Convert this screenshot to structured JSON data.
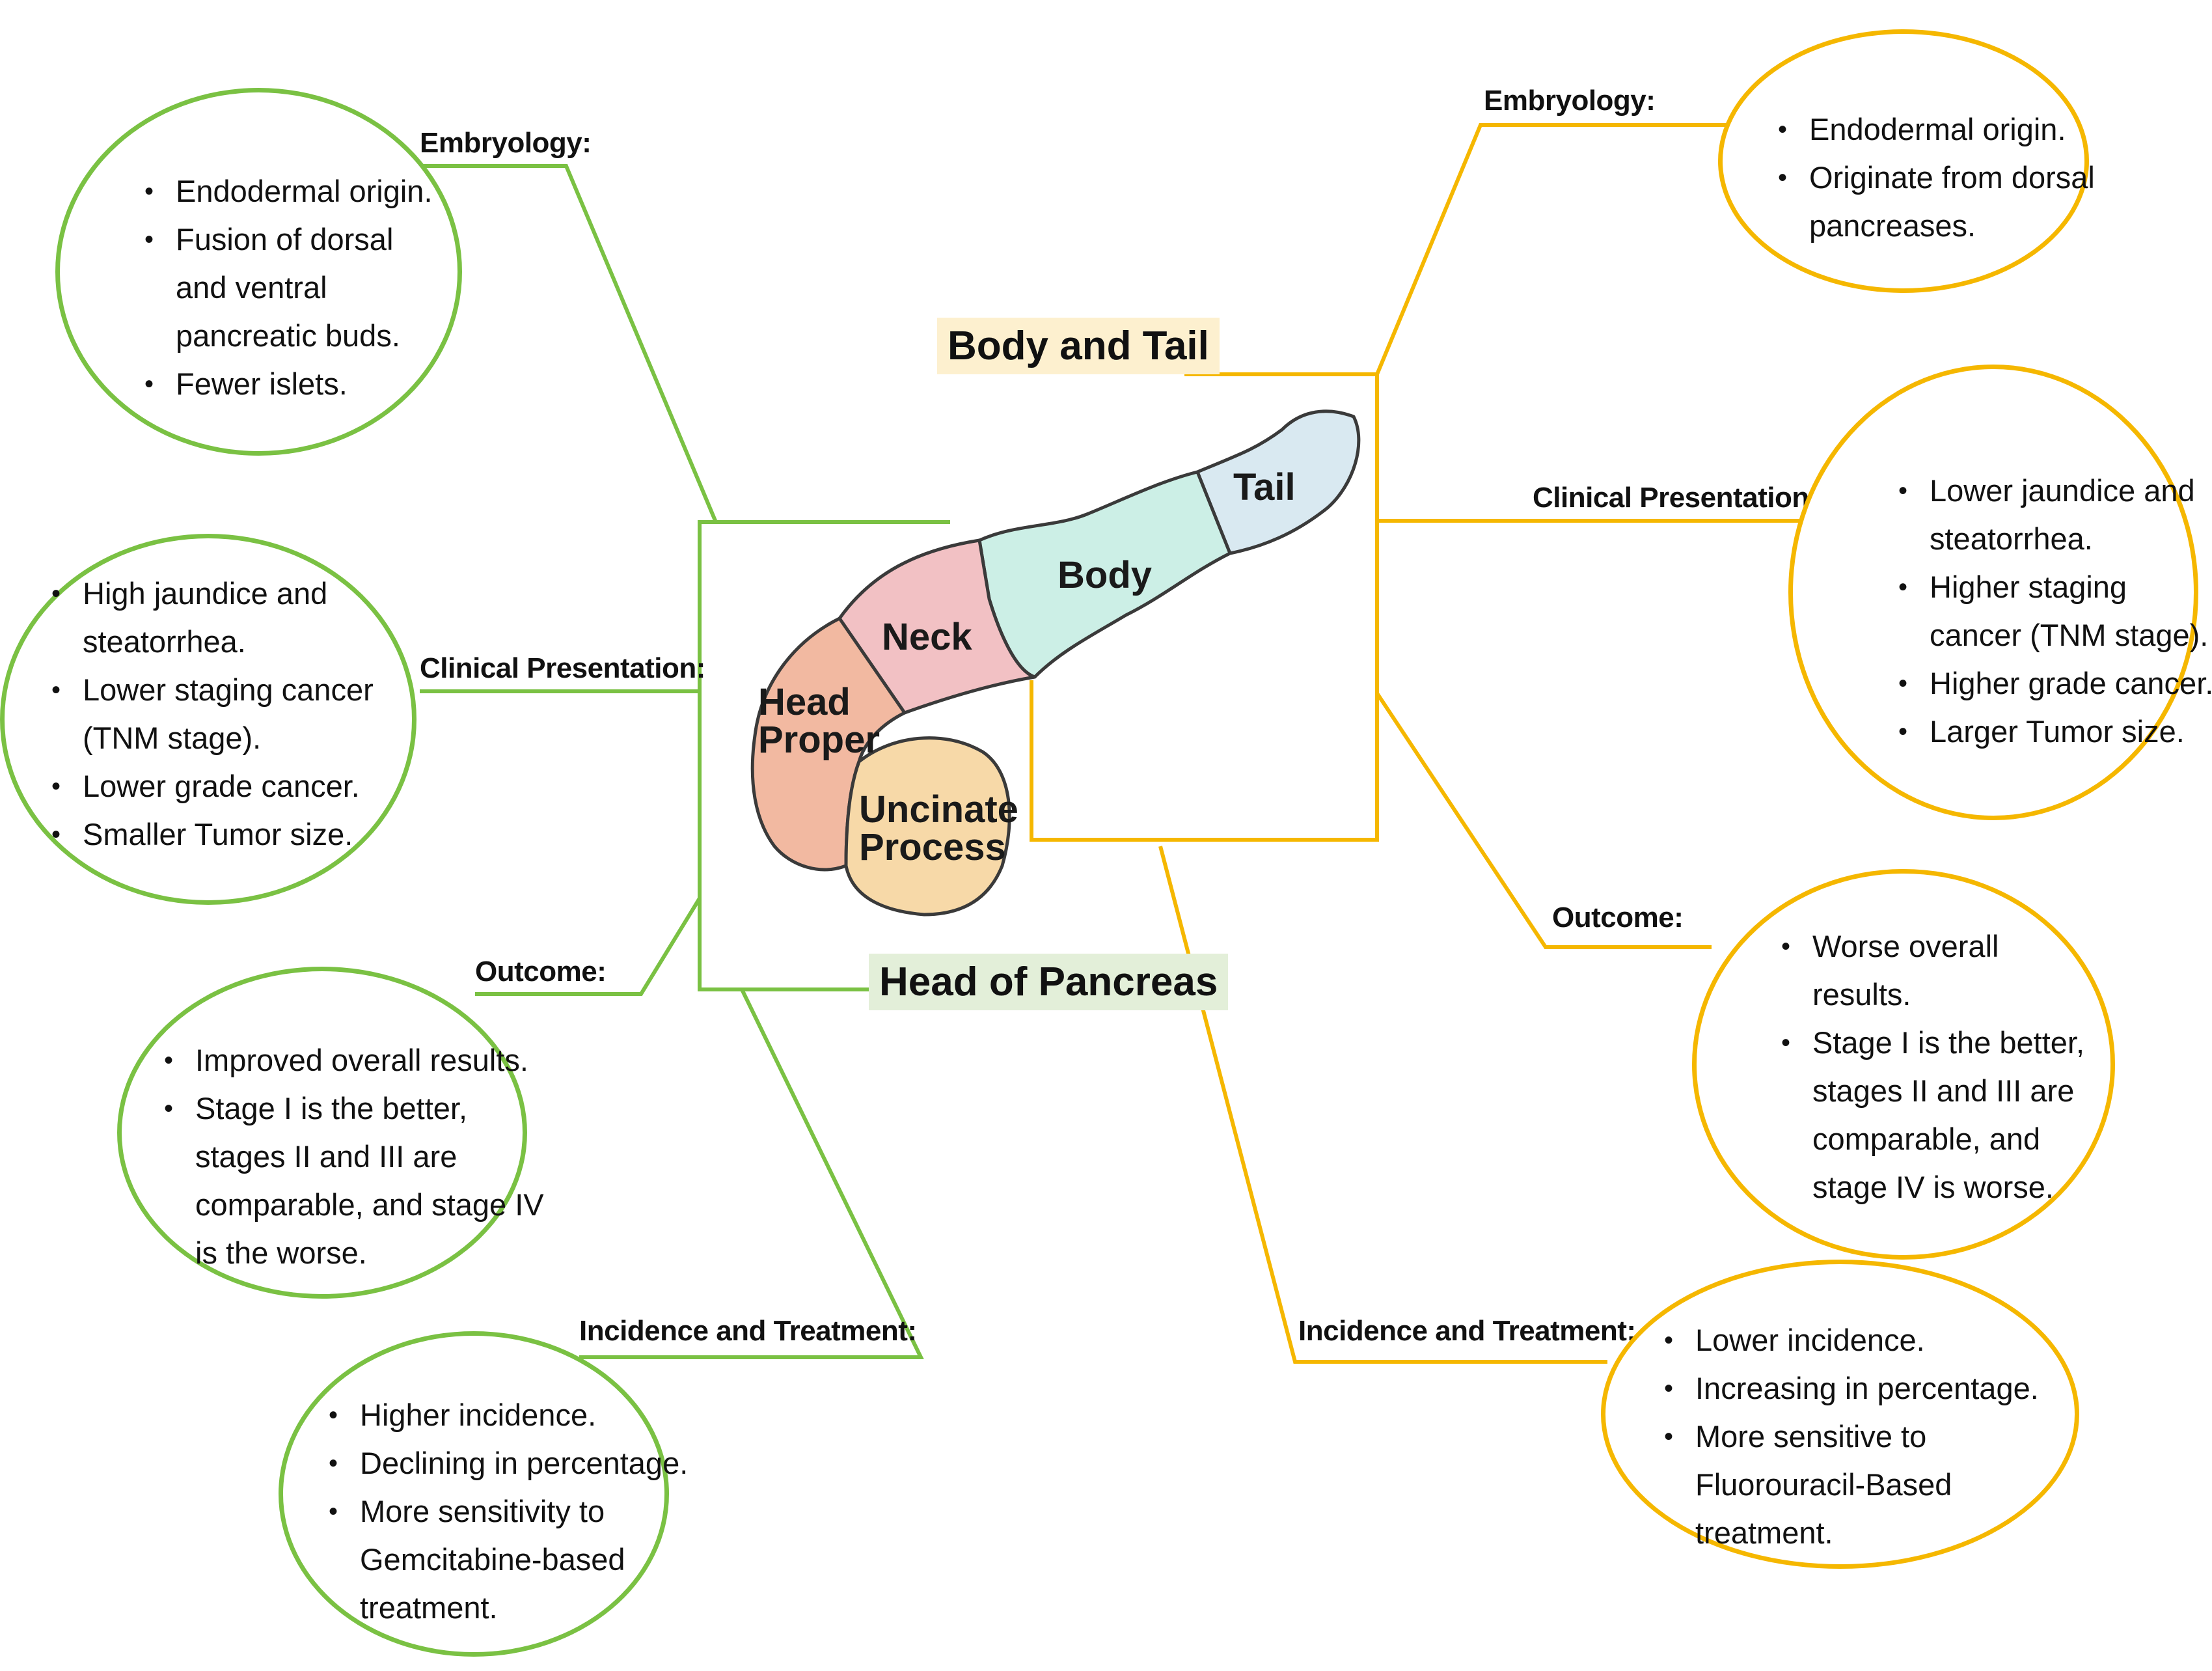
{
  "titles": {
    "body_tail": "Body and Tail",
    "head": "Head of Pancreas"
  },
  "anatomy": {
    "tail": "Tail",
    "body": "Body",
    "neck": "Neck",
    "head_proper": "Head Proper",
    "uncinate": "Uncinate Process"
  },
  "colors": {
    "head_branch": "#7ac143",
    "body_tail_branch": "#f5b700",
    "head_title_bg": "#e3efd9",
    "body_tail_title_bg": "#fdf0cf"
  },
  "head": {
    "embryology": {
      "label": "Embryology:",
      "items": [
        "Endodermal origin.",
        "Fusion of  dorsal and ventral pancreatic buds.",
        "Fewer islets."
      ]
    },
    "clinical": {
      "label": "Clinical Presentation:",
      "items": [
        "High jaundice and steatorrhea.",
        "Lower staging cancer (TNM stage).",
        "Lower grade cancer.",
        "Smaller Tumor size."
      ]
    },
    "outcome": {
      "label": "Outcome:",
      "items": [
        "Improved overall results.",
        "Stage I is the better, stages II and III are comparable, and stage IV is the worse."
      ]
    },
    "incidence": {
      "label": "Incidence and Treatment:",
      "items": [
        "Higher incidence.",
        "Declining in percentage.",
        "More sensitivity to Gemcitabine-based treatment."
      ]
    }
  },
  "body_tail": {
    "embryology": {
      "label": "Embryology:",
      "items": [
        "Endodermal origin.",
        "Originate from dorsal pancreases."
      ]
    },
    "clinical": {
      "label": "Clinical Presentation:",
      "items": [
        "Lower jaundice and steatorrhea.",
        "Higher staging cancer (TNM stage).",
        "Higher grade cancer.",
        "Larger Tumor size."
      ]
    },
    "outcome": {
      "label": "Outcome:",
      "items": [
        "Worse overall results.",
        "Stage I is the better, stages II and III are comparable, and stage IV is worse."
      ]
    },
    "incidence": {
      "label": "Incidence and Treatment:",
      "items": [
        "Lower incidence.",
        "Increasing in percentage.",
        "More sensitive to Fluorouracil-Based treatment."
      ]
    }
  }
}
